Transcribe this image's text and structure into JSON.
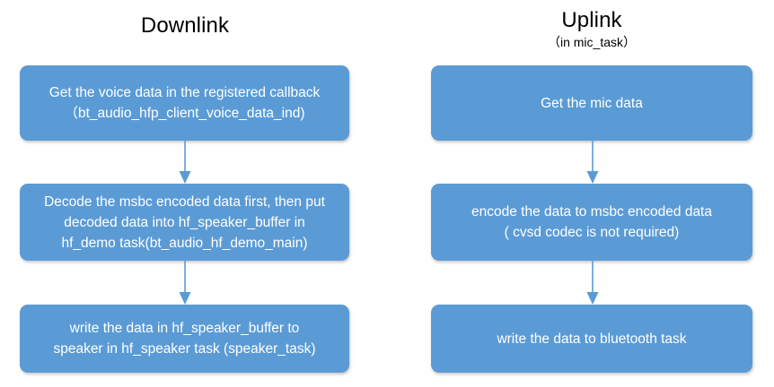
{
  "diagram": {
    "background_color": "#FFFFFF",
    "box_color": "#5B9BD5",
    "box_text_color": "#FFFFFF",
    "arrow_color": "#5B9BD5",
    "title_color": "#000000",
    "columns": [
      {
        "id": "downlink",
        "title": "Downlink",
        "subtitle": "",
        "boxes": [
          {
            "id": "dl-1",
            "text": "Get the voice data in the registered callback\n（bt_audio_hfp_client_voice_data_ind)"
          },
          {
            "id": "dl-2",
            "text": "Decode the msbc encoded data first, then put\ndecoded data into hf_speaker_buffer in\nhf_demo task(bt_audio_hf_demo_main)"
          },
          {
            "id": "dl-3",
            "text": "write the data in hf_speaker_buffer to\nspeaker in hf_speaker task (speaker_task)"
          }
        ]
      },
      {
        "id": "uplink",
        "title": "Uplink",
        "subtitle": "（in mic_task）",
        "boxes": [
          {
            "id": "ul-1",
            "text": "Get the mic data"
          },
          {
            "id": "ul-2",
            "text": "encode the data to msbc encoded data\n( cvsd codec is not required)"
          },
          {
            "id": "ul-3",
            "text": "write the data to bluetooth  task"
          }
        ]
      }
    ],
    "arrows": [
      {
        "id": "dl-1",
        "from": "dl-1",
        "to": "dl-2",
        "direction": "down"
      },
      {
        "id": "dl-2",
        "from": "dl-2",
        "to": "dl-3",
        "direction": "down"
      },
      {
        "id": "ul-1",
        "from": "ul-1",
        "to": "ul-2",
        "direction": "down"
      },
      {
        "id": "ul-2",
        "from": "ul-2",
        "to": "ul-3",
        "direction": "down"
      }
    ]
  }
}
